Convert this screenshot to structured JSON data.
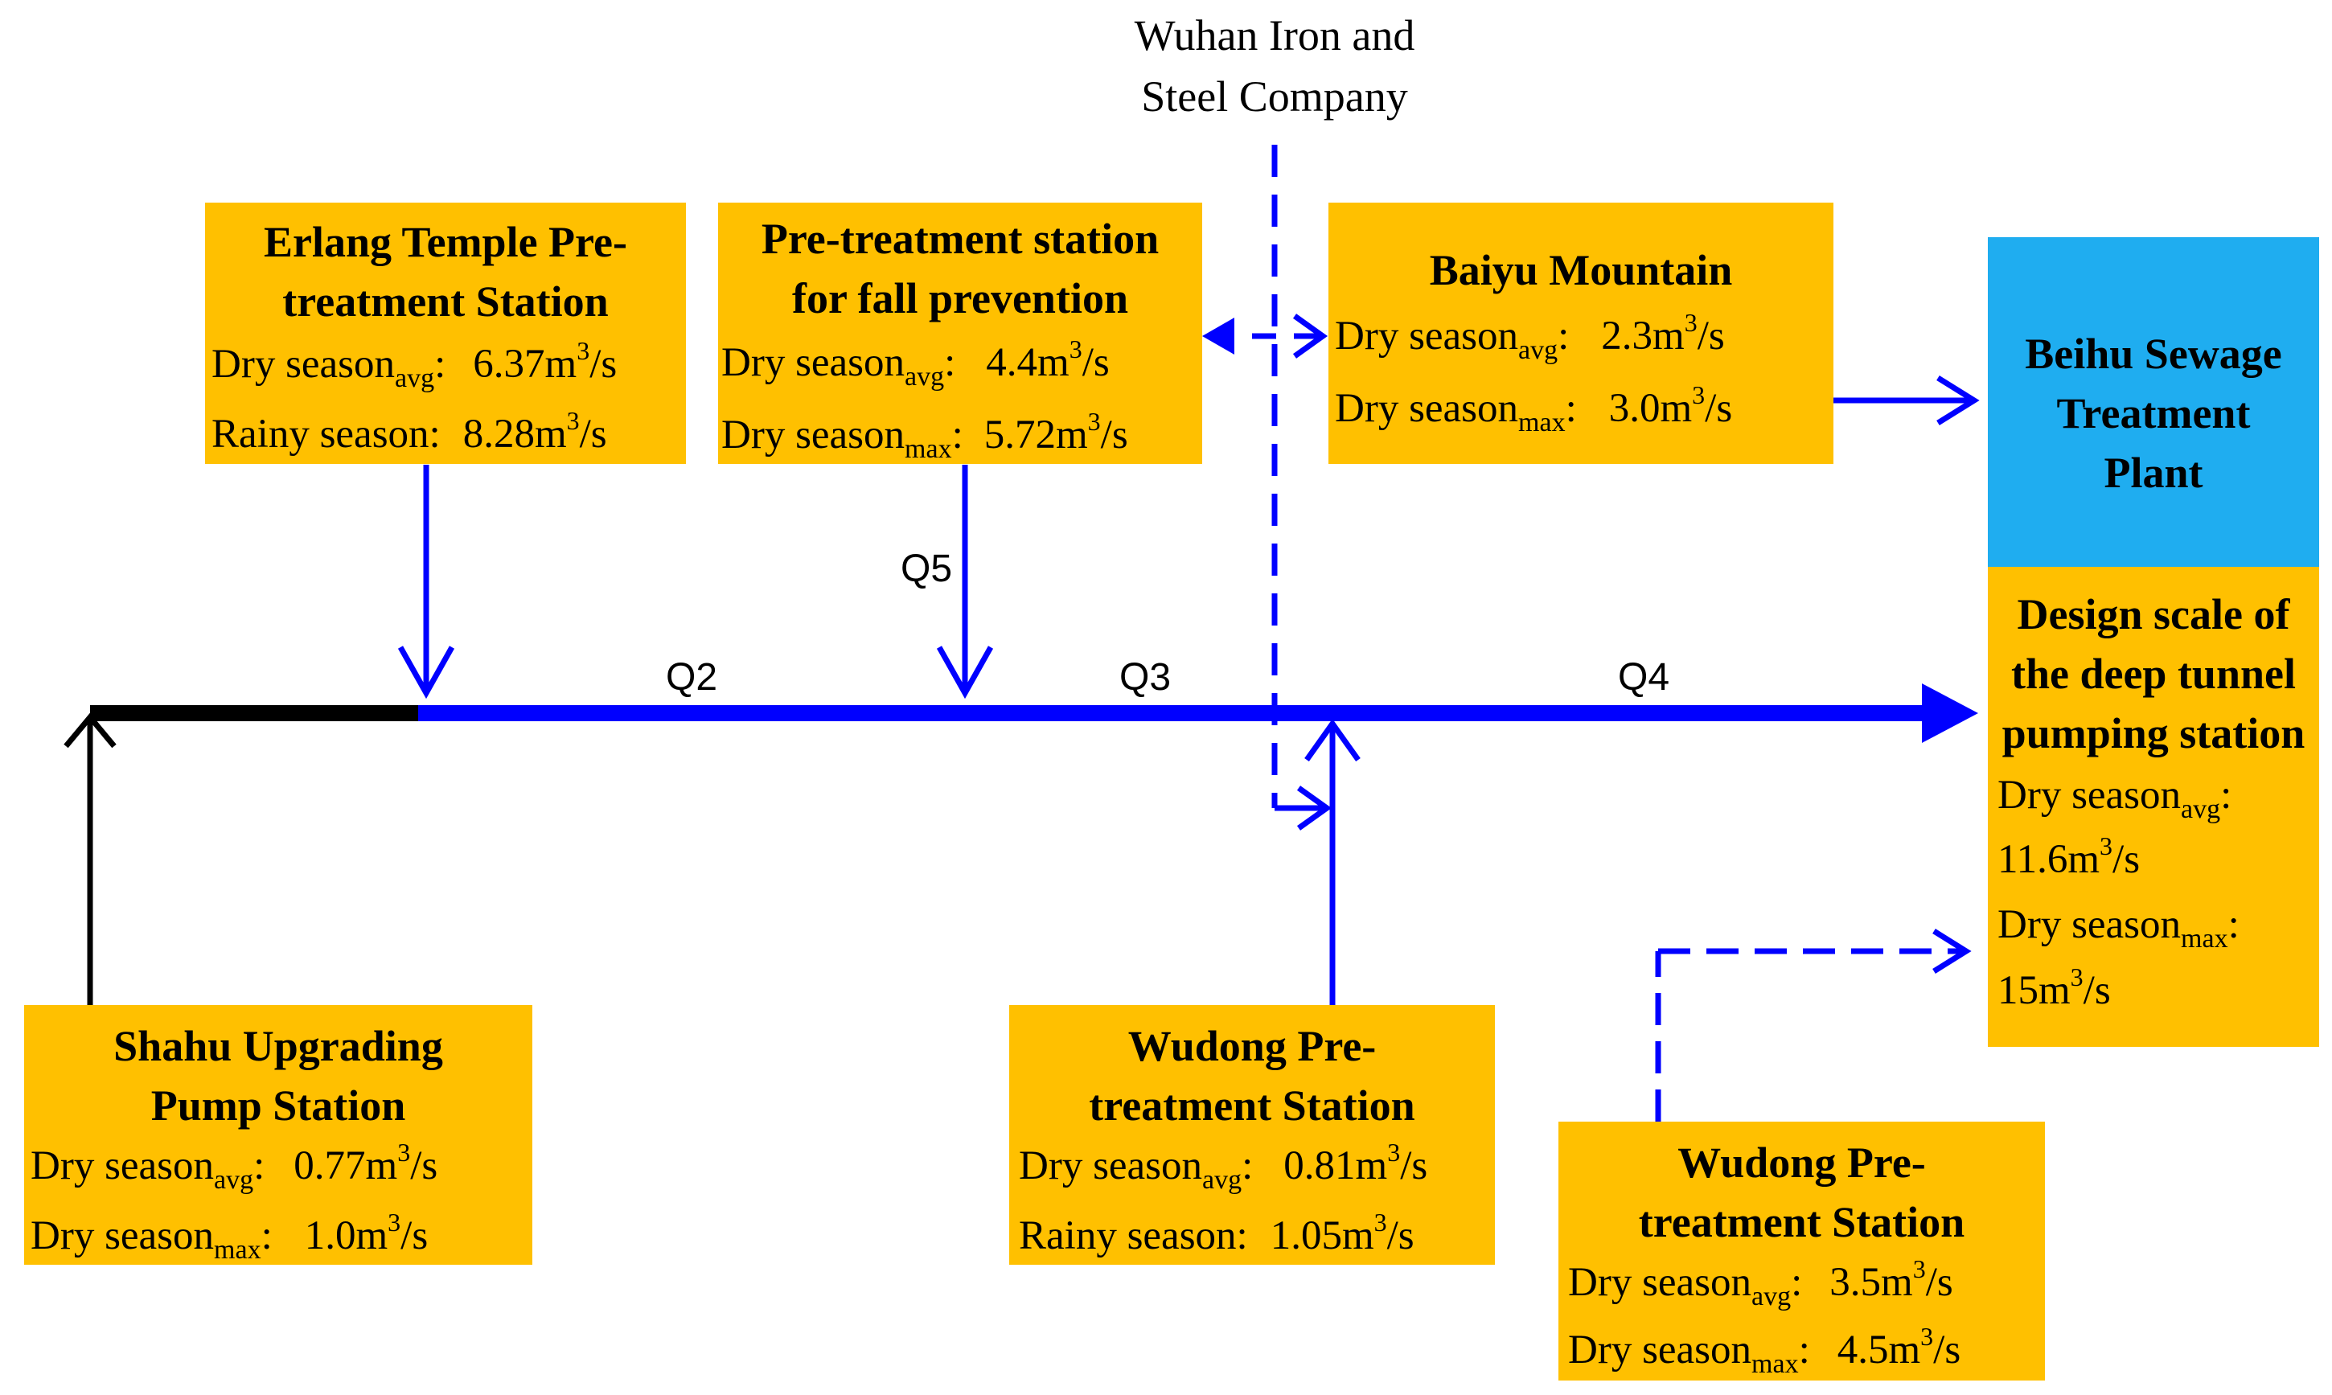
{
  "source_label": {
    "line1": "Wuhan Iron and",
    "line2": "Steel Company"
  },
  "flow_labels": {
    "q2": "Q2",
    "q3": "Q3",
    "q4": "Q4",
    "q5": "Q5"
  },
  "stations": {
    "erlang": {
      "title1": "Erlang Temple Pre-",
      "title2": "treatment Station",
      "r1": {
        "label": "Dry season",
        "sub": "avg",
        "sep": ":",
        "value": "6.37m",
        "sup": "3",
        "unit": "/s"
      },
      "r2": {
        "label": "Rainy season",
        "sub": "",
        "sep": ":",
        "value": "8.28m",
        "sup": "3",
        "unit": "/s"
      }
    },
    "fall": {
      "title1": "Pre-treatment station",
      "title2": "for fall prevention",
      "r1": {
        "label": "Dry season",
        "sub": "avg",
        "sep": ":",
        "value": "4.4m",
        "sup": "3",
        "unit": "/s"
      },
      "r2": {
        "label": "Dry season",
        "sub": "max",
        "sep": ":",
        "value": "5.72m",
        "sup": "3",
        "unit": "/s"
      }
    },
    "baiyu": {
      "title1": "Baiyu Mountain",
      "r1": {
        "label": "Dry season",
        "sub": "avg",
        "sep": ":",
        "value": "2.3m",
        "sup": "3",
        "unit": "/s"
      },
      "r2": {
        "label": "Dry season",
        "sub": "max",
        "sep": ":",
        "value": "3.0m",
        "sup": "3",
        "unit": "/s"
      }
    },
    "beihu": {
      "title1": "Beihu Sewage",
      "title2": "Treatment",
      "title3": "Plant"
    },
    "design": {
      "title1": "Design scale of",
      "title2": "the deep tunnel",
      "title3": "pumping station",
      "r1": {
        "label": "Dry season",
        "sub": "avg",
        "sep": ":",
        "value": "11.6m",
        "sup": "3",
        "unit": "/s"
      },
      "r2": {
        "label": "Dry season",
        "sub": "max",
        "sep": ":",
        "value": "15m",
        "sup": "3",
        "unit": "/s"
      }
    },
    "shahu": {
      "title1": "Shahu Upgrading",
      "title2": "Pump Station",
      "r1": {
        "label": "Dry season",
        "sub": "avg",
        "sep": ":",
        "value": "0.77m",
        "sup": "3",
        "unit": "/s"
      },
      "r2": {
        "label": "Dry season",
        "sub": "max",
        "sep": ":",
        "value": "1.0m",
        "sup": "3",
        "unit": "/s"
      }
    },
    "wudong1": {
      "title1": "Wudong Pre-",
      "title2": "treatment Station",
      "r1": {
        "label": "Dry season",
        "sub": "avg",
        "sep": ":",
        "value": "0.81m",
        "sup": "3",
        "unit": "/s"
      },
      "r2": {
        "label": "Rainy season",
        "sub": "",
        "sep": ":",
        "value": "1.05m",
        "sup": "3",
        "unit": "/s"
      }
    },
    "wudong2": {
      "title1": "Wudong Pre-",
      "title2": "treatment Station",
      "r1": {
        "label": "Dry season",
        "sub": "avg",
        "sep": ":",
        "value": "3.5m",
        "sup": "3",
        "unit": "/s"
      },
      "r2": {
        "label": "Dry season",
        "sub": "max",
        "sep": ":",
        "value": "4.5m",
        "sup": "3",
        "unit": "/s"
      }
    }
  },
  "colors": {
    "box": "#FFC000",
    "plant": "#1FADF0",
    "flow": "#0000FF",
    "upstream": "#000000"
  }
}
